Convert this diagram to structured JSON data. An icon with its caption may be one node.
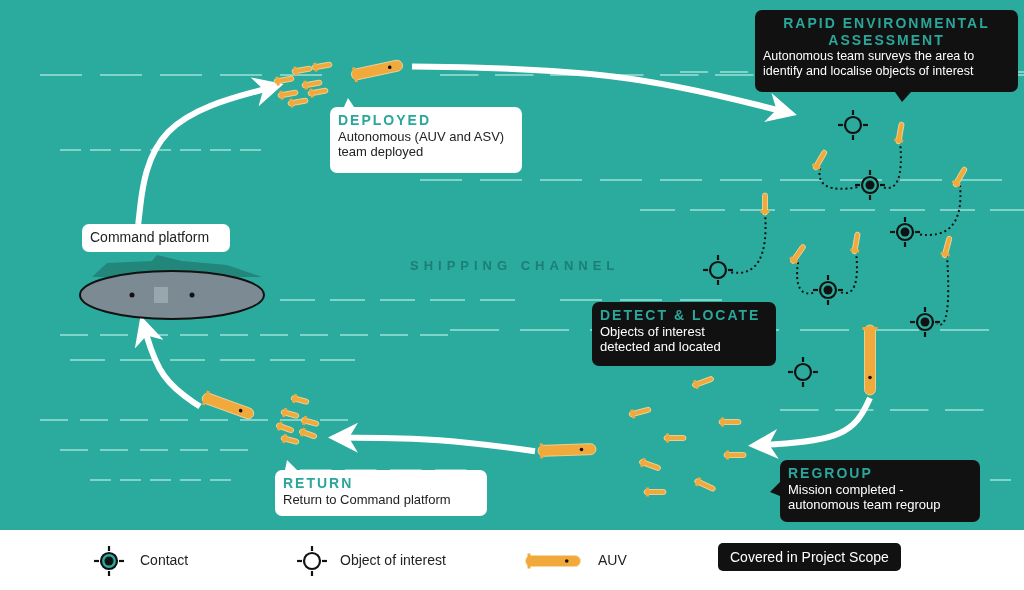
{
  "diagram": {
    "nodes": [
      {
        "text": [
          "Command platform"
        ]
      },
      {
        "text": [],
        "shape": "picture"
      },
      {
        "text": [],
        "shape": "picture"
      },
      {
        "text": [
          "DEPLOYED",
          "Autonomous (AUV and ASV) team deployed"
        ]
      },
      {
        "text": [
          "RAPID ENVIRONMENTAL ASSESSMENT",
          "Autonomous team surveys the area to identify and localise objects of interest"
        ]
      },
      {
        "text": [
          "DETECT & LOCATE",
          "Objects of interest detected and located"
        ]
      },
      {
        "text": [],
        "shape": "picture",
        "in": 11
      },
      {
        "text": [],
        "shape": "picture"
      },
      {
        "text": [
          "REGROUP",
          "Mission completed - autonomous team regroup"
        ]
      },
      {
        "text": [],
        "shape": "picture"
      },
      {
        "text": [
          "RETURN",
          "Return to Command platform"
        ]
      },
      {
        "text": [],
        "shape": "picture"
      }
    ],
    "edges": [
      {
        "from": 0,
        "to": 2,
        "arrow": "to"
      },
      {
        "from": 2,
        "to": 11,
        "arrow": "to"
      },
      {
        "from": 6,
        "to": 7,
        "arrow": "to"
      },
      {
        "from": 7,
        "to": 9,
        "arrow": "to"
      },
      {
        "from": 9,
        "to": 1,
        "arrow": "to"
      }
    ],
    "labels": [
      "SHIPPING CHANNEL"
    ],
    "legend": [
      {
        "text": "Contact"
      },
      {
        "text": "Object of interest"
      },
      {
        "text": "AUV"
      },
      {
        "text": "Covered in Project Scope",
        "color": "#111111"
      }
    ]
  }
}
